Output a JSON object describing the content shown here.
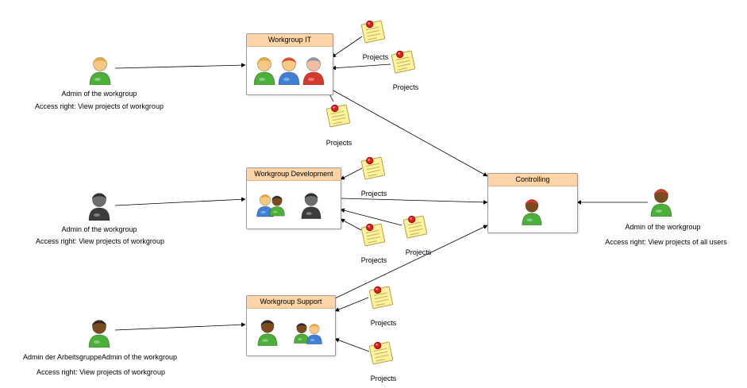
{
  "groups": {
    "it": {
      "title": "Workgroup IT"
    },
    "development": {
      "title": "Workgroup Development"
    },
    "support": {
      "title": "Workgroup Support"
    },
    "controlling": {
      "title": "Controlling"
    }
  },
  "admins": {
    "it": {
      "role": "Admin of the workgroup",
      "access": "Access right: View projects of workgroup"
    },
    "development": {
      "role": "Admin of the workgroup",
      "access": "Access right: View projects of workgroup"
    },
    "support": {
      "role": "Admin der ArbeitsgruppeAdmin of the workgroup",
      "access": "Access right: View projects of workgroup"
    },
    "controlling": {
      "role": "Admin of the workgroup",
      "access": "Access right: View projects of all users"
    }
  },
  "projects_label": "Projects",
  "icons": [
    "user-icon",
    "project-note-icon"
  ],
  "colors": {
    "box_header": "#fdd3a8",
    "box_border": "#9a9a9a",
    "arrow": "#000000"
  }
}
